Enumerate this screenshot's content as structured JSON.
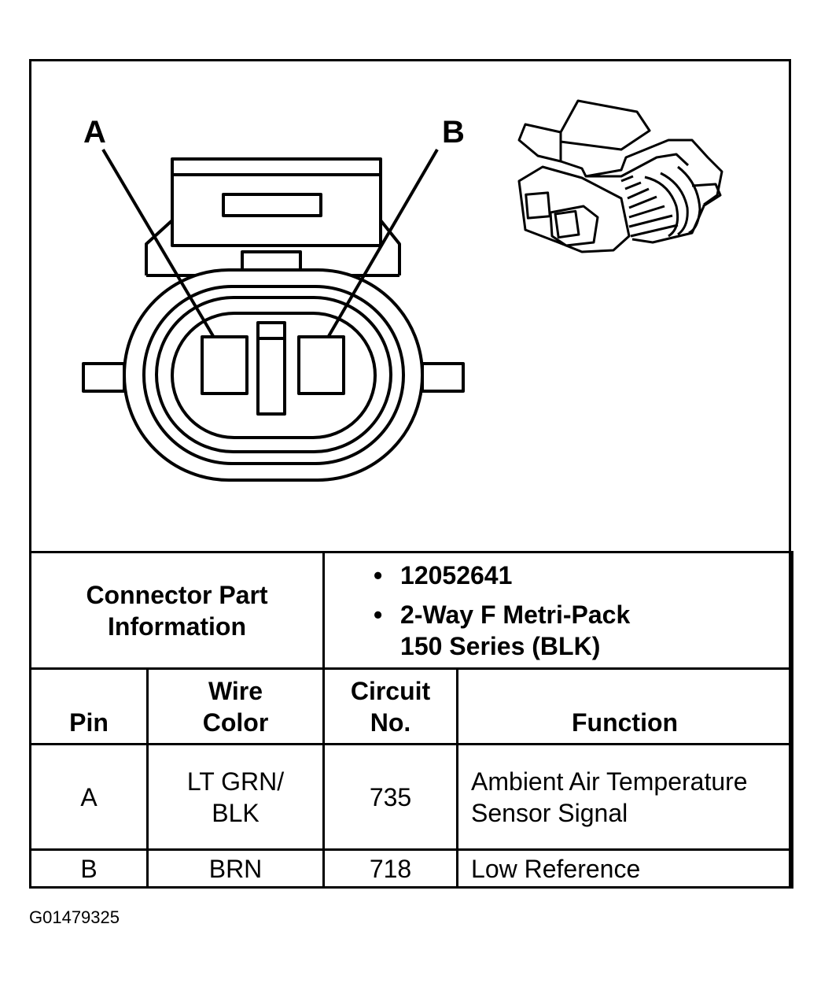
{
  "diagram": {
    "pin_labels": [
      "A",
      "B"
    ]
  },
  "part_info": {
    "label": "Connector Part Information",
    "items": [
      "12052641",
      "2-Way F Metri-Pack 150 Series (BLK)"
    ]
  },
  "pin_table": {
    "headers": {
      "pin": "Pin",
      "wire_color": "Wire Color",
      "circuit_no": "Circuit No.",
      "function": "Function"
    },
    "rows": [
      {
        "pin": "A",
        "wire_color": "LT GRN/ BLK",
        "circuit_no": "735",
        "function": "Ambient Air Temperature Sensor Signal"
      },
      {
        "pin": "B",
        "wire_color": "BRN",
        "circuit_no": "718",
        "function": "Low Reference"
      }
    ]
  },
  "figure_id": "G01479325"
}
